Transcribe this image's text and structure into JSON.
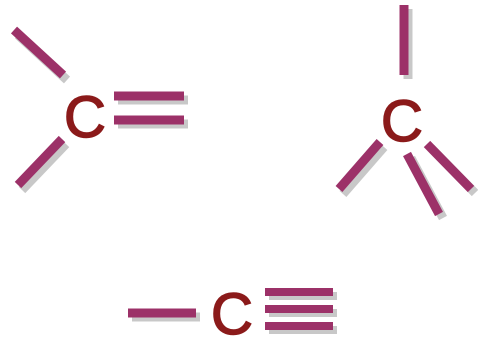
{
  "colors": {
    "bond": "#9c3168",
    "bond_shadow": "#c8c8c8",
    "atom": "#8b1a1a",
    "background": "#ffffff"
  },
  "structures": [
    {
      "id": "trigonal",
      "atom_label": "C",
      "bonds": [
        {
          "type": "single",
          "direction": "upper-left"
        },
        {
          "type": "single",
          "direction": "lower-left"
        },
        {
          "type": "double",
          "direction": "right"
        }
      ]
    },
    {
      "id": "tetrahedral",
      "atom_label": "C",
      "bonds": [
        {
          "type": "single",
          "direction": "up"
        },
        {
          "type": "single",
          "direction": "lower-left"
        },
        {
          "type": "single",
          "direction": "lower-right"
        },
        {
          "type": "single",
          "direction": "lower-right-far"
        }
      ]
    },
    {
      "id": "linear",
      "atom_label": "C",
      "bonds": [
        {
          "type": "single",
          "direction": "left"
        },
        {
          "type": "triple",
          "direction": "right"
        }
      ]
    }
  ]
}
